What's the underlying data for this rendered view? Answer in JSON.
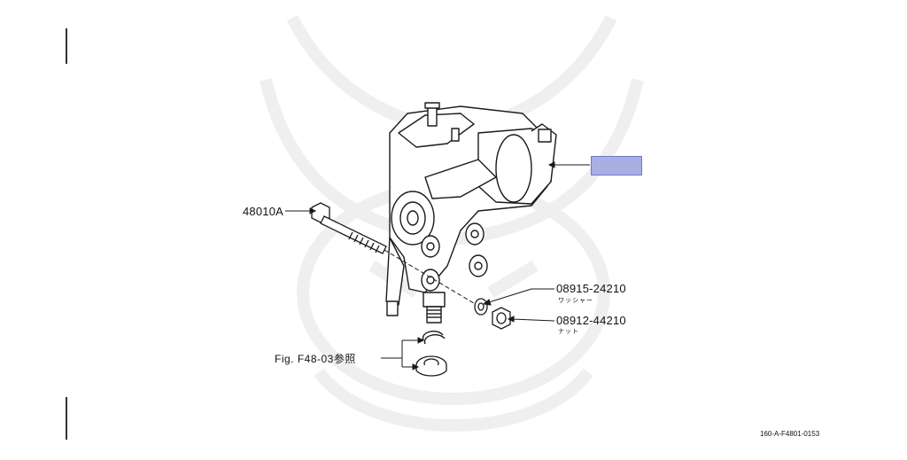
{
  "diagram": {
    "parts": [
      {
        "number": "48010A"
      },
      {
        "number": "08915-24210",
        "sub_label": "ワッシャー"
      },
      {
        "number": "08912-44210",
        "sub_label": "ナット"
      }
    ],
    "reference_note": "Fig. F48-03参照",
    "drawing_code": "160-A-F4801-0153",
    "highlight_color": "#a9afe3",
    "icons": [
      "steering-gear-box-illustration",
      "samurai-watermark"
    ]
  }
}
